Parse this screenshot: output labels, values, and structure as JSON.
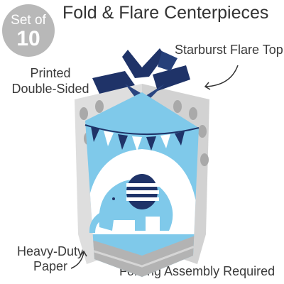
{
  "badge": {
    "set_label": "Set of",
    "count": "10"
  },
  "title": "Fold & Flare Centerpieces",
  "callouts": {
    "top": "Starburst Flare Top",
    "left_line1": "Printed",
    "left_line2": "Double-Sided",
    "bottom_left_line1": "Heavy-Duty",
    "bottom_left_line2": "Paper",
    "bottom_right": "Folding Assembly Required"
  },
  "colors": {
    "navy": "#1f3368",
    "light_blue": "#7fc9ea",
    "gray": "#a8a8a8",
    "white": "#ffffff"
  }
}
